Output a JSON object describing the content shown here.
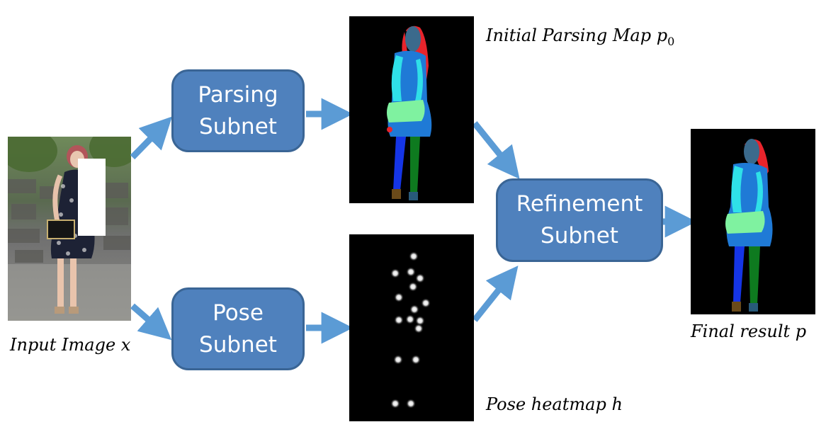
{
  "input_label": {
    "text": "Input Image x"
  },
  "parsing_subnet": {
    "line1": "Parsing",
    "line2": "Subnet"
  },
  "pose_subnet": {
    "line1": "Pose",
    "line2": "Subnet"
  },
  "refinement_subnet": {
    "line1": "Refinement",
    "line2": "Subnet"
  },
  "initial_parsing_label": {
    "text": "Initial Parsing Map p",
    "subscript": "0"
  },
  "pose_heatmap_label": {
    "text": "Pose heatmap h"
  },
  "final_result_label": {
    "text": "Final result p"
  },
  "colors": {
    "box_fill": "#4f81bd",
    "box_border": "#3a6595",
    "arrow": "#5b9bd5",
    "hair": "#e8242c",
    "face": "#3b6a8c",
    "upper_clothes": "#1f7ad6",
    "arms": "#2fe0e8",
    "belt": "#7ff2a0",
    "left_leg": "#1535e6",
    "right_leg": "#0e7a1f",
    "shoes": "#6a4a1a"
  }
}
